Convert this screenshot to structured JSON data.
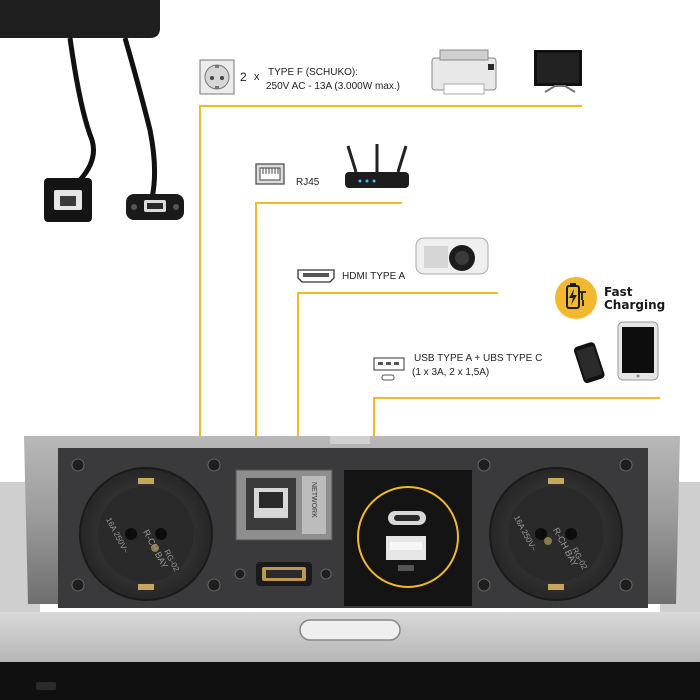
{
  "schuko": {
    "count": "2",
    "multiplier": "x",
    "title": "TYPE F (SCHUKO):",
    "spec": "250V AC - 13A (3.000W max.)"
  },
  "rj45": {
    "label": "RJ45"
  },
  "hdmi": {
    "label": "HDMI TYPE A"
  },
  "usb": {
    "title": "USB TYPE A + UBS TYPE C",
    "spec": "(1 x 3A, 2 x 1,5A)"
  },
  "fast_charging": {
    "line1": "Fast",
    "line2": "Charging"
  },
  "panel": {
    "socket_left": {
      "brand": "R-CH BAY",
      "model": "RG-02",
      "rating": "16A 250V~"
    },
    "socket_right": {
      "brand": "R-CH BAY",
      "model": "RG-02",
      "rating": "16A 250V~"
    },
    "network_label": "NETWORK"
  },
  "colors": {
    "accent": "#f2b82e",
    "panel_face": "#3a3a3c",
    "frame": "#8c8c8c",
    "text": "#222222"
  },
  "icons": [
    "schuko-socket-icon",
    "rj45-port-icon",
    "hdmi-port-icon",
    "usb-port-icon",
    "battery-charging-icon"
  ]
}
